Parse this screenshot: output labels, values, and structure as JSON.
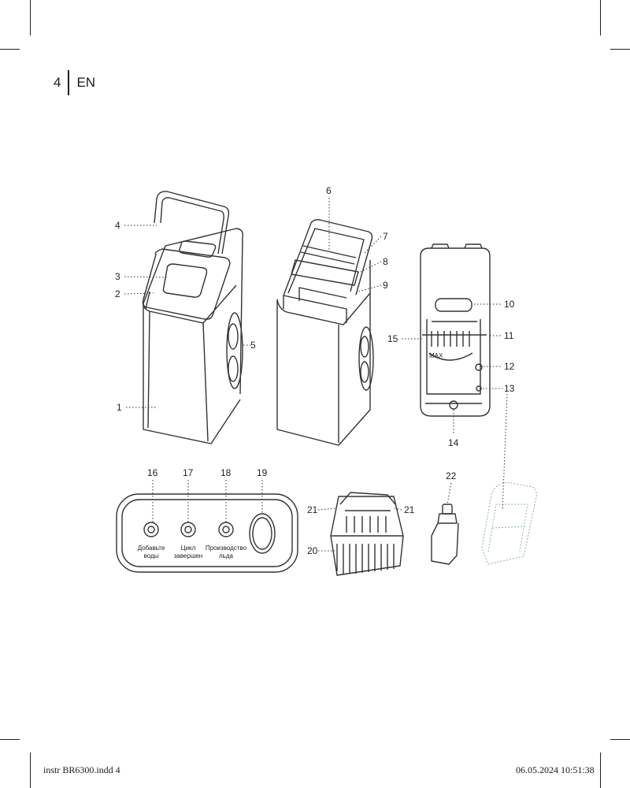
{
  "page": {
    "number": "4",
    "language": "EN"
  },
  "footer": {
    "file": "instr BR6300.indd   4",
    "timestamp": "06.05.2024   10:51:38"
  },
  "callouts": [
    "1",
    "2",
    "3",
    "4",
    "5",
    "6",
    "7",
    "8",
    "9",
    "10",
    "11",
    "12",
    "13",
    "14",
    "15",
    "16",
    "17",
    "18",
    "19",
    "20",
    "21",
    "22"
  ],
  "panel_buttons": [
    {
      "line1": "Добавьте",
      "line2": "воды"
    },
    {
      "line1": "Цикл",
      "line2": "завершен"
    },
    {
      "line1": "Производство",
      "line2": "льда"
    }
  ],
  "tank_marking": "MAX"
}
